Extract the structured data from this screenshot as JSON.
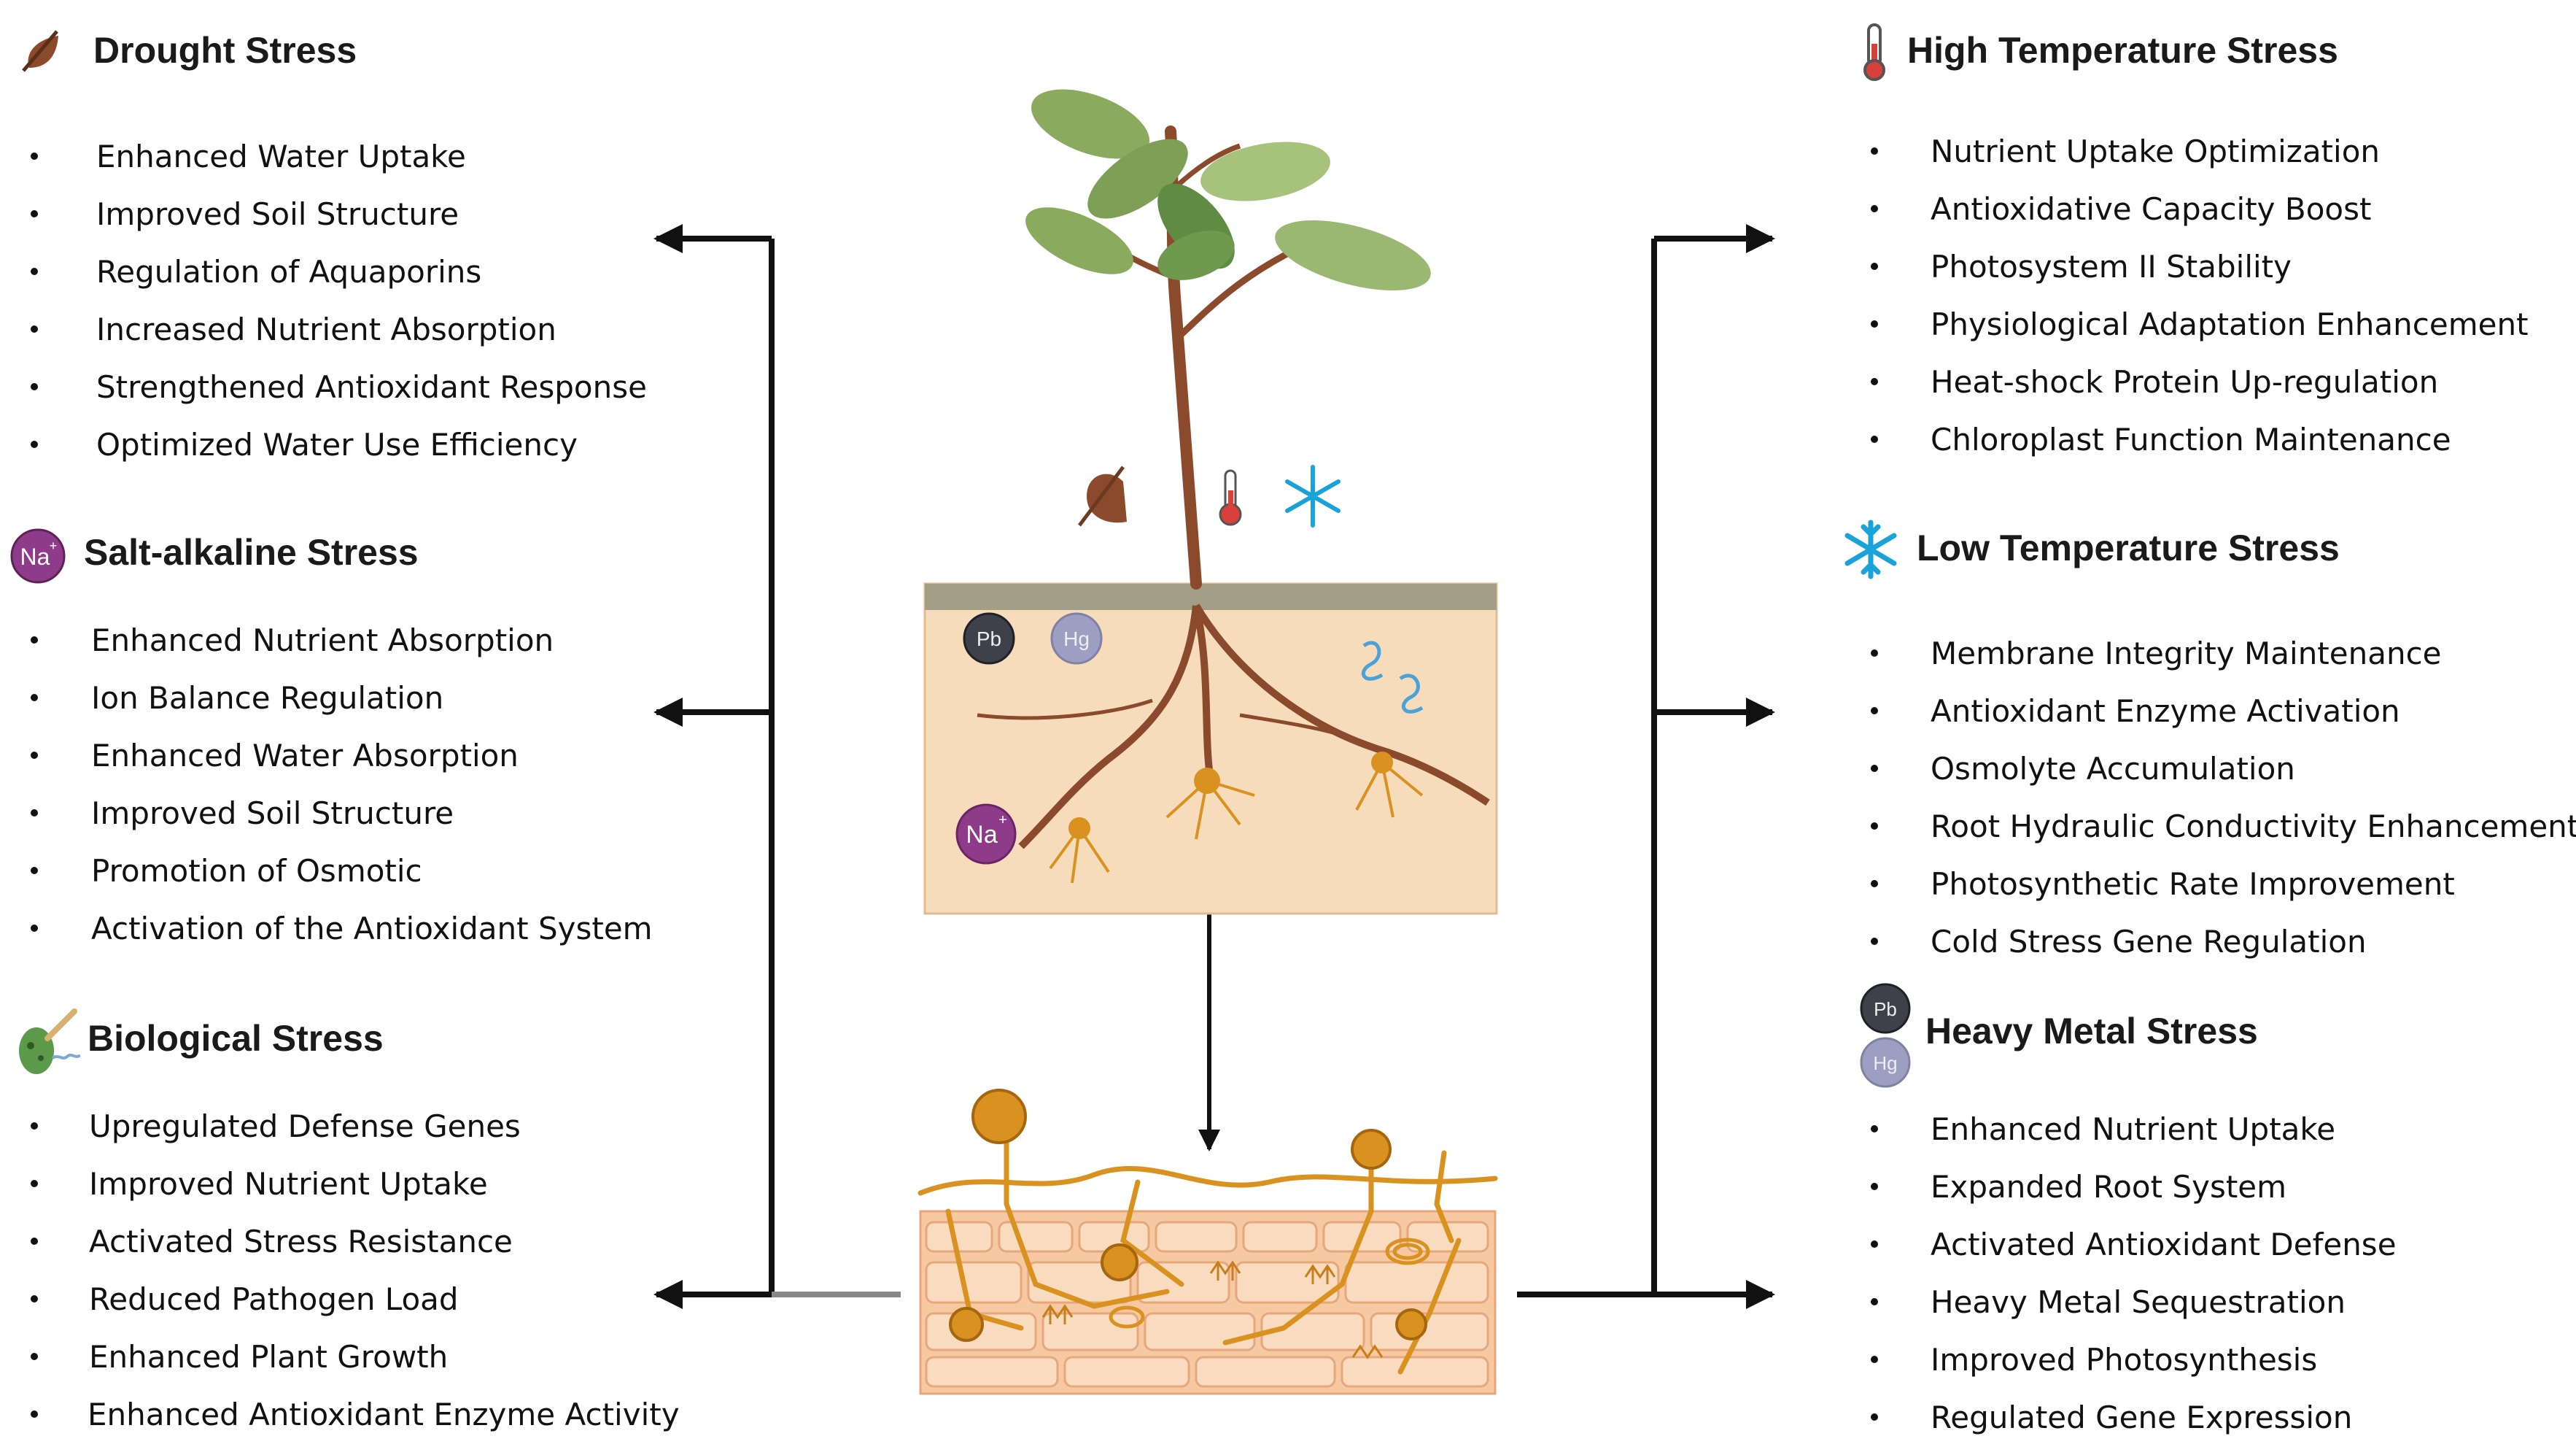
{
  "panels": {
    "drought": {
      "title": "Drought Stress",
      "icon": "leaf-drop-icon",
      "items": [
        "Enhanced Water Uptake",
        "Improved Soil Structure",
        "Regulation of Aquaporins",
        "Increased Nutrient Absorption",
        "Strengthened Antioxidant Response",
        "Optimized Water Use Efficiency"
      ]
    },
    "salt": {
      "title": "Salt-alkaline Stress",
      "icon": "sodium-ion-icon",
      "icon_text": "Na",
      "items": [
        "Enhanced Nutrient Absorption",
        "Ion Balance Regulation",
        "Enhanced Water Absorption",
        "Improved Soil Structure",
        "Promotion  of Osmotic",
        "Activation of the Antioxidant System"
      ]
    },
    "biological": {
      "title": "Biological Stress",
      "icon": "pest-leaf-icon",
      "items": [
        "Upregulated Defense Genes",
        "Improved Nutrient Uptake",
        "Activated Stress Resistance",
        "Reduced Pathogen Load",
        "Enhanced Plant Growth",
        "Enhanced Antioxidant Enzyme Activity"
      ]
    },
    "high_temp": {
      "title": "High Temperature Stress",
      "icon": "thermometer-icon",
      "items": [
        "Nutrient Uptake Optimization",
        "Antioxidative Capacity Boost",
        "Photosystem II Stability",
        "Physiological Adaptation Enhancement",
        "Heat-shock Protein Up-regulation",
        "Chloroplast Function Maintenance"
      ]
    },
    "low_temp": {
      "title": "Low Temperature Stress",
      "icon": "snowflake-icon",
      "items": [
        "Membrane Integrity Maintenance",
        "Antioxidant Enzyme Activation",
        "Osmolyte Accumulation",
        "Root Hydraulic Conductivity Enhancement",
        "Photosynthetic Rate Improvement",
        "Cold Stress Gene Regulation"
      ]
    },
    "heavy_metal": {
      "title": "Heavy Metal Stress",
      "icon": "metal-ions-icon",
      "icon_text_1": "Pb",
      "icon_text_2": "Hg",
      "items": [
        "Enhanced Nutrient Uptake",
        "Expanded Root System",
        "Activated Antioxidant Defense",
        "Heavy Metal Sequestration",
        "Improved Photosynthesis",
        "Regulated Gene Expression"
      ]
    }
  },
  "soil": {
    "pb_label": "Pb",
    "hg_label": "Hg",
    "na_label": "Na",
    "charge": "+"
  },
  "colors": {
    "arrow": "#111111",
    "soil": "#f7dcbc",
    "soil_surface": "#a39e86",
    "stem": "#8b4a2b",
    "leaf": "#8aab5e",
    "hypha": "#d9921f",
    "sodium": "#8e3b8a",
    "lead": "#3e4149",
    "mercury": "#9c9fc2",
    "ice_blue": "#1aa3d9",
    "thermo_red": "#d8403a"
  }
}
